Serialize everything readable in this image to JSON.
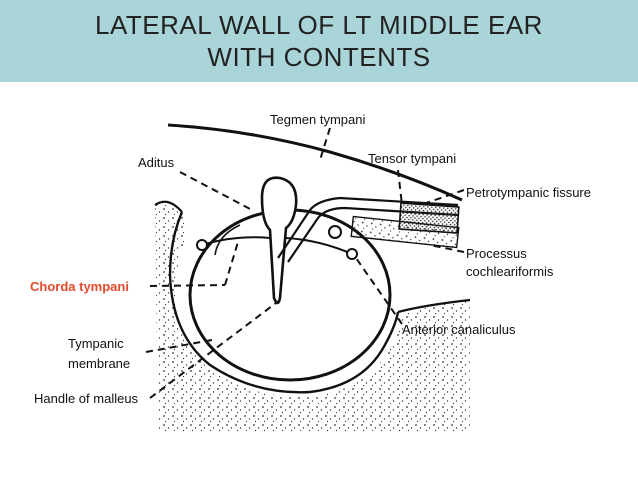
{
  "title": {
    "line1": "LATERAL WALL OF LT MIDDLE EAR",
    "line2": "WITH CONTENTS"
  },
  "colors": {
    "title_band": "#a9d5d9",
    "highlight": "#e24a2a",
    "ink": "#111111"
  },
  "labels": {
    "tegmen_tympani": "Tegmen tympani",
    "aditus": "Aditus",
    "tensor_tympani": "Tensor tympani",
    "petrotympanic_fissure": "Petrotympanic fissure",
    "processus_line1": "Processus",
    "processus_line2": "cochleariformis",
    "chorda_tympani": "Chorda tympani",
    "anterior_canaliculus": "Anterior canaliculus",
    "tympanic_line1": "Tympanic",
    "tympanic_line2": "membrane",
    "handle_of_malleus": "Handle of malleus"
  }
}
